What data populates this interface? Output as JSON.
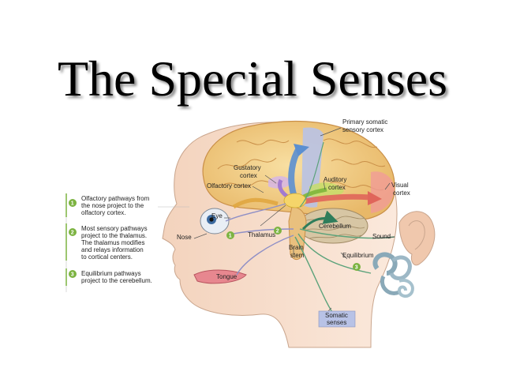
{
  "title": "The Special Senses",
  "steps": [
    {
      "number": "1",
      "text": [
        "Olfactory pathways from",
        "the nose project to the",
        "olfactory cortex."
      ]
    },
    {
      "number": "2",
      "text": [
        "Most sensory pathways",
        "project to the thalamus.",
        "The thalamus modifies",
        "and relays information",
        "to cortical centers."
      ]
    },
    {
      "number": "3",
      "text": [
        "Equilibrium pathways",
        "project to the cerebellum."
      ]
    }
  ],
  "labels": {
    "primary_somatic": [
      "Primary somatic",
      "sensory cortex"
    ],
    "gustatory": [
      "Gustatory",
      "cortex"
    ],
    "olfactory_cortex": "Olfactory cortex",
    "auditory": [
      "Auditory",
      "cortex"
    ],
    "visual": [
      "Visual",
      "cortex"
    ],
    "eye": "Eye",
    "nose": "Nose",
    "thalamus": "Thalamus",
    "cerebellum": "Cerebellum",
    "sound": "Sound",
    "brain_stem": [
      "Brain",
      "stem"
    ],
    "equilibrium": "Equilibrium",
    "tongue": "Tongue",
    "somatic_senses": [
      "Somatic",
      "senses"
    ]
  },
  "colors": {
    "step_badge": "#7cb341",
    "brain": "#f3d08a",
    "skin": "#f6dcc8",
    "somatic_band": "#b8c2e6"
  }
}
